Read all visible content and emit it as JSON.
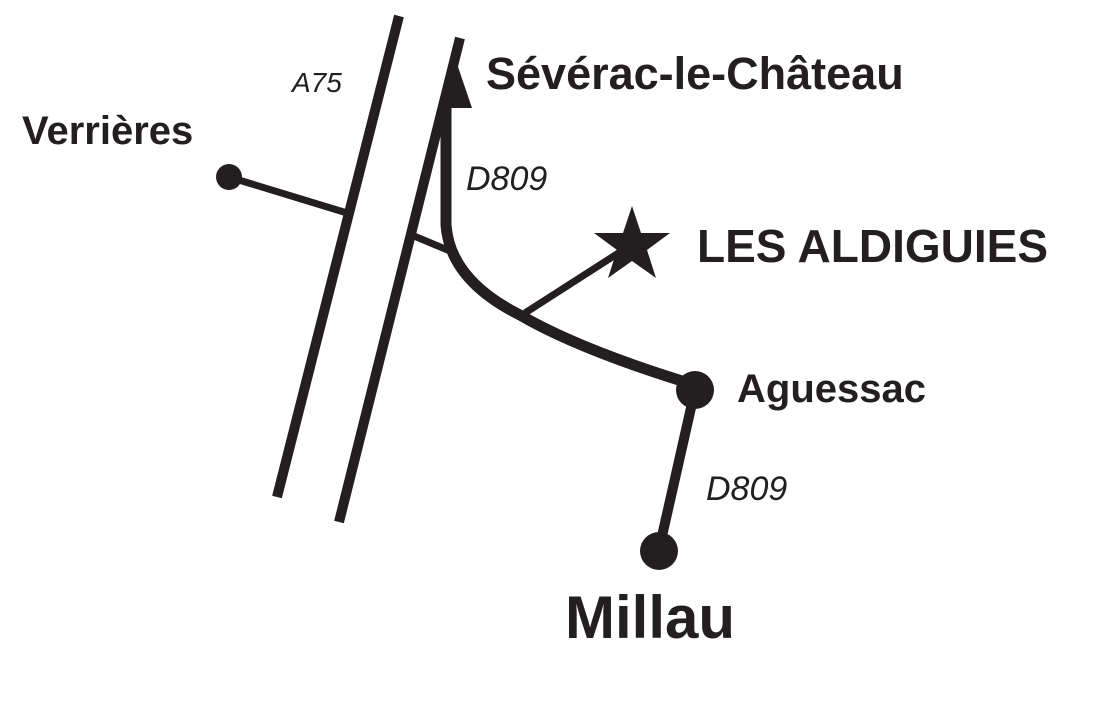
{
  "map": {
    "destination": "Sévérac-le-Château",
    "highway_label": "A75",
    "town_verrieres": "Verrières",
    "road_label_north": "D809",
    "poi": "LES ALDIGUIES",
    "town_aguessac": "Aguessac",
    "road_label_south": "D809",
    "town_millau": "Millau",
    "ink_color": "#231f20"
  }
}
